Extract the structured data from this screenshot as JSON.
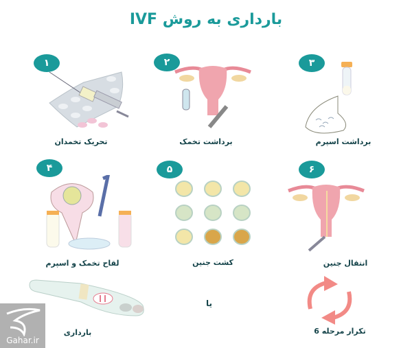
{
  "title": "بارداری به روش IVF",
  "accent_color": "#1a9a9a",
  "label_color": "#15444a",
  "steps": [
    {
      "number": "۱",
      "label": "تحریک تخمدان",
      "icon": "syringe-pills-icon"
    },
    {
      "number": "۲",
      "label": "برداشت تخمک",
      "icon": "uterus-egg-retrieval-icon"
    },
    {
      "number": "۳",
      "label": "برداشت اسپرم",
      "icon": "sperm-sample-tube-icon"
    },
    {
      "number": "۴",
      "label": "لقاح تخمک و اسپرم",
      "icon": "petri-dish-fertilization-icon"
    },
    {
      "number": "۵",
      "label": "کشت جنین",
      "icon": "embryo-culture-icon"
    },
    {
      "number": "۶",
      "label": "انتقال جنین",
      "icon": "uterus-embryo-transfer-icon"
    }
  ],
  "outcomes": {
    "pregnancy": {
      "label": "بارداری",
      "icon": "pregnancy-test-icon"
    },
    "or": "یا",
    "repeat": {
      "label": "تکرار مرحله 6",
      "icon": "repeat-cycle-icon"
    }
  },
  "watermark": {
    "text": "Gahar.ir"
  }
}
